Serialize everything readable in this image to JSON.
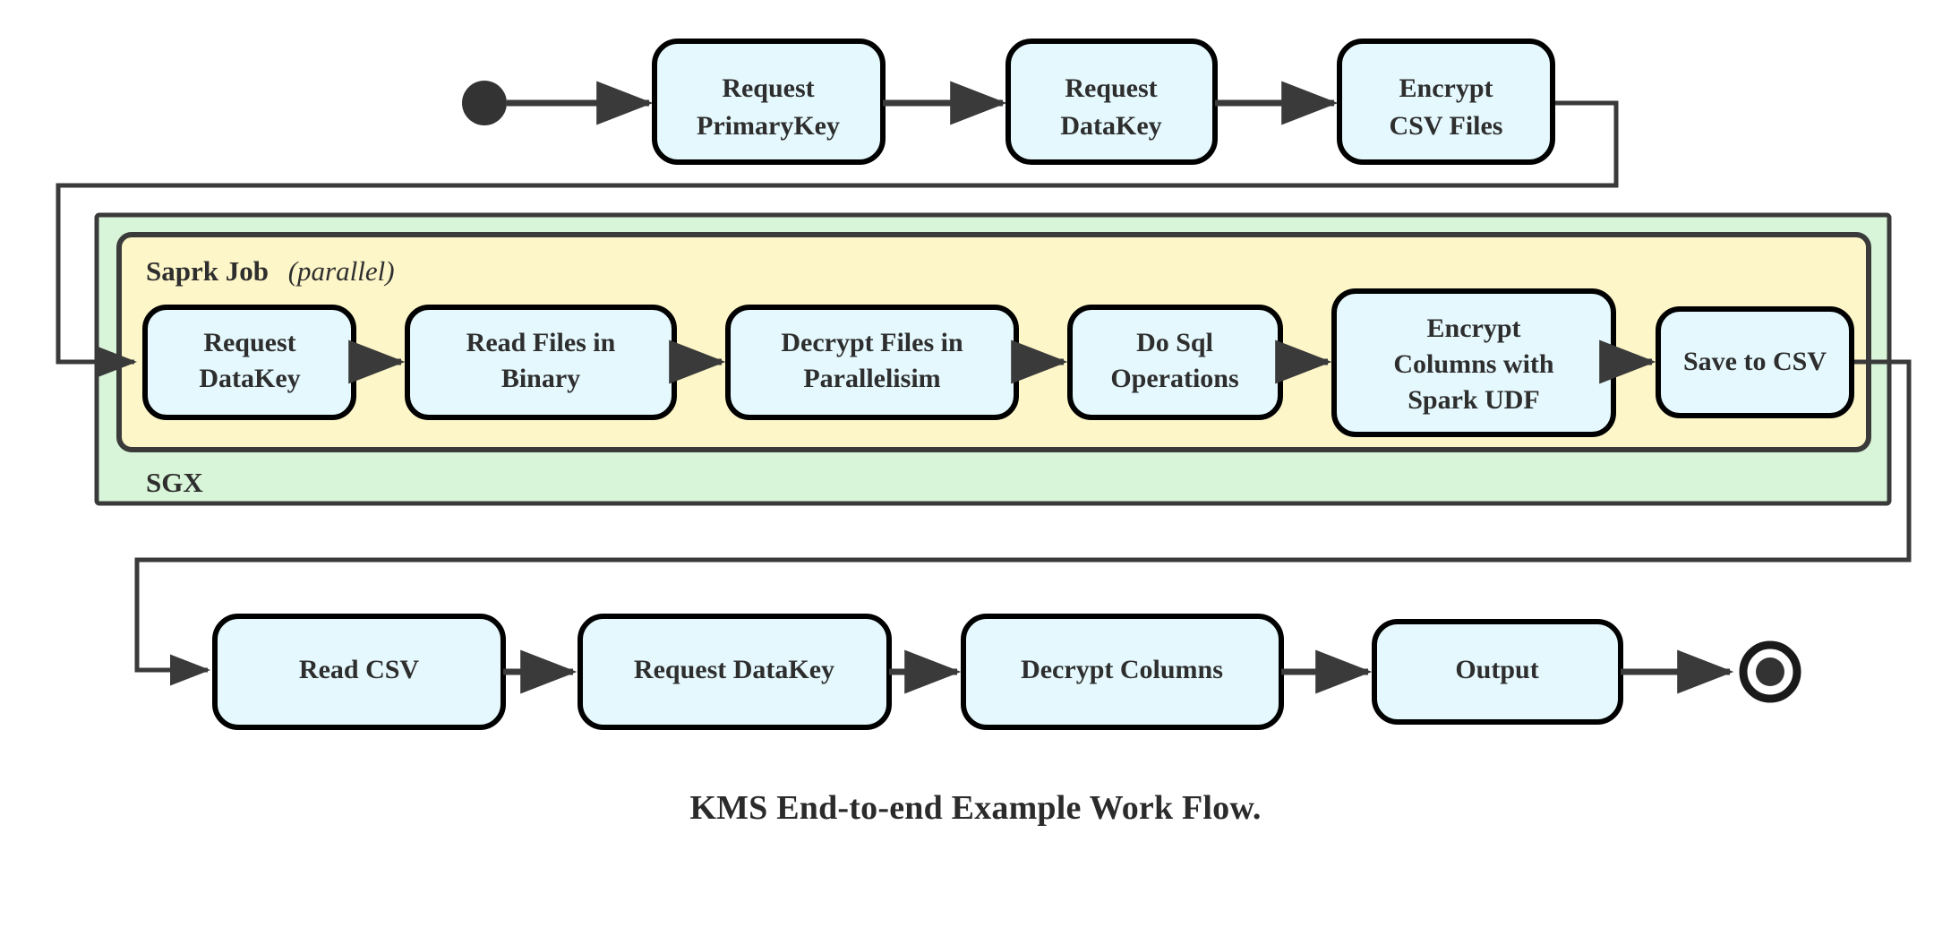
{
  "diagram": {
    "caption": "KMS End-to-end Example Work Flow.",
    "colors": {
      "node_fill": "#e4f8fd",
      "node_stroke": "#000000",
      "sgx_fill": "#d9f5d9",
      "spark_fill": "#fdf6c8",
      "edge": "#3a3a3a",
      "text": "#2e2e2e"
    },
    "containers": {
      "sgx": {
        "label": "SGX"
      },
      "spark": {
        "label": "Saprk Job",
        "qualifier": "(parallel)",
        "qualifier_italic_text": "parallel"
      }
    },
    "start_node": {
      "name": "start"
    },
    "end_node": {
      "name": "end"
    },
    "rows": {
      "top": [
        {
          "id": "request-primarykey",
          "lines": [
            "Request",
            "PrimaryKey"
          ]
        },
        {
          "id": "request-datakey-top",
          "lines": [
            "Request",
            "DataKey"
          ]
        },
        {
          "id": "encrypt-csv-files",
          "lines": [
            "Encrypt",
            "CSV Files"
          ]
        }
      ],
      "spark": [
        {
          "id": "request-datakey-spark",
          "lines": [
            "Request",
            "DataKey"
          ]
        },
        {
          "id": "read-files-in-binary",
          "lines": [
            "Read Files in",
            "Binary"
          ]
        },
        {
          "id": "decrypt-files-in-parallelisim",
          "lines": [
            "Decrypt Files in",
            "Parallelisim"
          ]
        },
        {
          "id": "do-sql-operations",
          "lines": [
            "Do Sql",
            "Operations"
          ]
        },
        {
          "id": "encrypt-columns-with-spark-udf",
          "lines": [
            "Encrypt",
            "Columns with",
            "Spark UDF"
          ]
        },
        {
          "id": "save-to-csv",
          "lines": [
            "Save to CSV"
          ]
        }
      ],
      "bottom": [
        {
          "id": "read-csv",
          "lines": [
            "Read CSV"
          ]
        },
        {
          "id": "request-datakey-bottom",
          "lines": [
            "Request DataKey"
          ]
        },
        {
          "id": "decrypt-columns",
          "lines": [
            "Decrypt Columns"
          ]
        },
        {
          "id": "output",
          "lines": [
            "Output"
          ]
        }
      ]
    }
  }
}
